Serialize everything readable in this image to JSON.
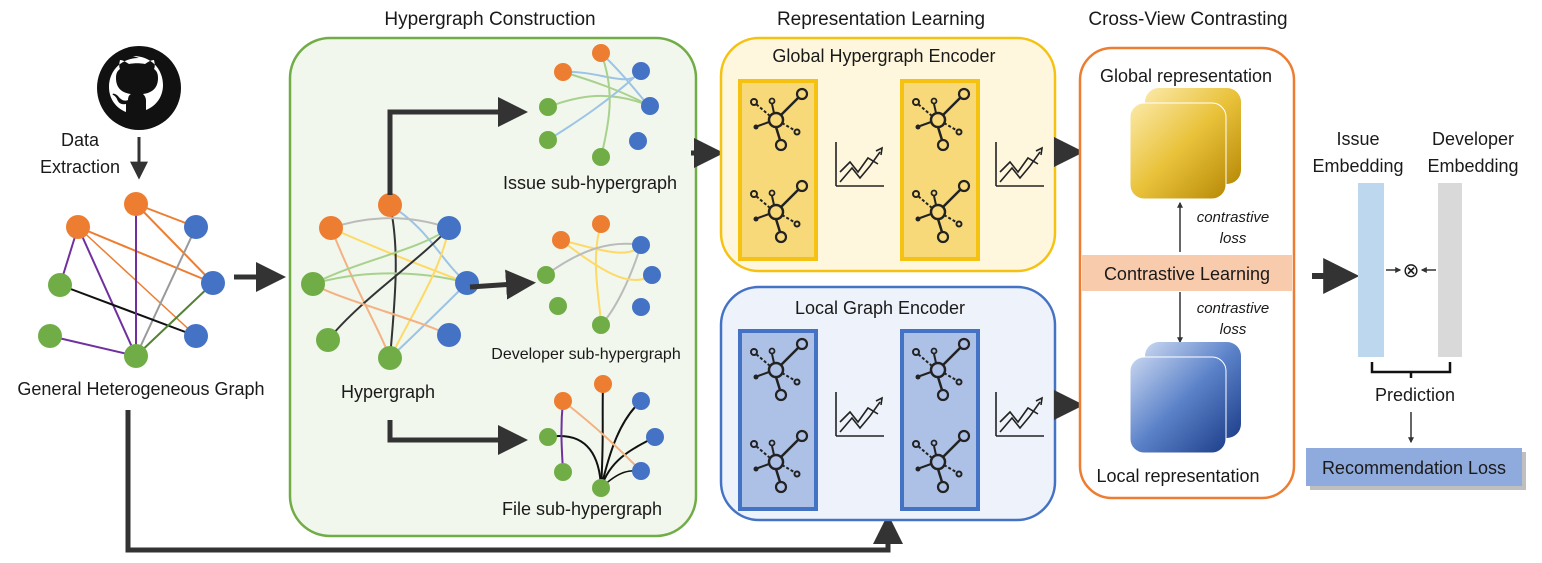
{
  "stages": {
    "hypergraph_construction": "Hypergraph Construction",
    "representation_learning": "Representation Learning",
    "cross_view_contrasting": "Cross-View Contrasting"
  },
  "source": {
    "icon": "github-logo-icon",
    "extraction_line1": "Data",
    "extraction_line2": "Extraction",
    "graph_label": "General Heterogeneous Graph"
  },
  "hypergraph": {
    "label": "Hypergraph",
    "issue_sub": "Issue sub-hypergraph",
    "developer_sub": "Developer sub-hypergraph",
    "file_sub": "File sub-hypergraph"
  },
  "encoders": {
    "global": "Global Hypergraph Encoder",
    "local": "Local Graph Encoder"
  },
  "contrast": {
    "global_rep": "Global representation",
    "local_rep": "Local representation",
    "learning": "Contrastive Learning",
    "loss_line1": "contrastive",
    "loss_line2": "loss"
  },
  "prediction": {
    "issue_line1": "Issue",
    "issue_line2": "Embedding",
    "dev_line1": "Developer",
    "dev_line2": "Embedding",
    "label": "Prediction",
    "loss": "Recommendation Loss",
    "operator": "⊗"
  },
  "colors": {
    "issue_node": "#ed7d31",
    "developer_node": "#4472c4",
    "file_node": "#70ad47",
    "green_panel": "#f1f7ec",
    "green_border": "#70ad47",
    "yellow_panel": "#fff7dd",
    "yellow_border": "#f5c211",
    "blue_panel": "#eef2fa",
    "blue_border": "#4472c4",
    "orange_border": "#ed7d31",
    "contrastive_fill": "#f8cbad",
    "loss_fill": "#8faadc"
  }
}
